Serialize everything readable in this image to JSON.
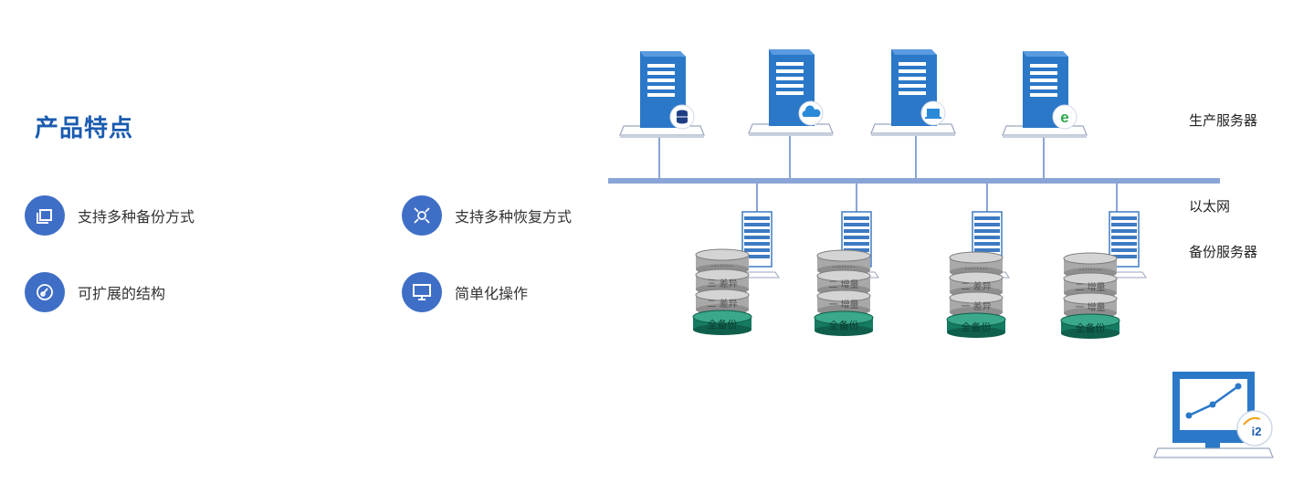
{
  "section_title": "产品特点",
  "features": [
    {
      "label": "支持多种备份方式",
      "icon": "windows-icon"
    },
    {
      "label": "支持多种恢复方式",
      "icon": "scatter-icon"
    },
    {
      "label": "可扩展的结构",
      "icon": "gauge-icon"
    },
    {
      "label": "简单化操作",
      "icon": "monitor-icon"
    }
  ],
  "diagram": {
    "label_production": "生产服务器",
    "label_ethernet": "以太网",
    "label_backup": "备份服务器",
    "production_servers": [
      {
        "badge": "database-icon"
      },
      {
        "badge": "cloud-icon"
      },
      {
        "badge": "laptop-icon"
      },
      {
        "badge": "ie-browser-icon"
      }
    ],
    "disk_stacks": [
      {
        "layers": [
          "........",
          "三 差异",
          "二 差异"
        ],
        "base": "全备份"
      },
      {
        "layers": [
          "........",
          "二 增量",
          "一 增量"
        ],
        "base": "全备份"
      },
      {
        "layers": [
          "........",
          "二 差异",
          "一 差异"
        ],
        "base": "全备份"
      },
      {
        "layers": [
          "........",
          "二 增量",
          "一 增量"
        ],
        "base": "全备份"
      }
    ],
    "console_badge": "i2",
    "colors": {
      "server_blue": "#2b78c8",
      "network_line": "#8aa4d6",
      "disk_gray": "#b9b9b9",
      "disk_green": "#1d8f74",
      "accent": "#3f6ec6"
    }
  }
}
